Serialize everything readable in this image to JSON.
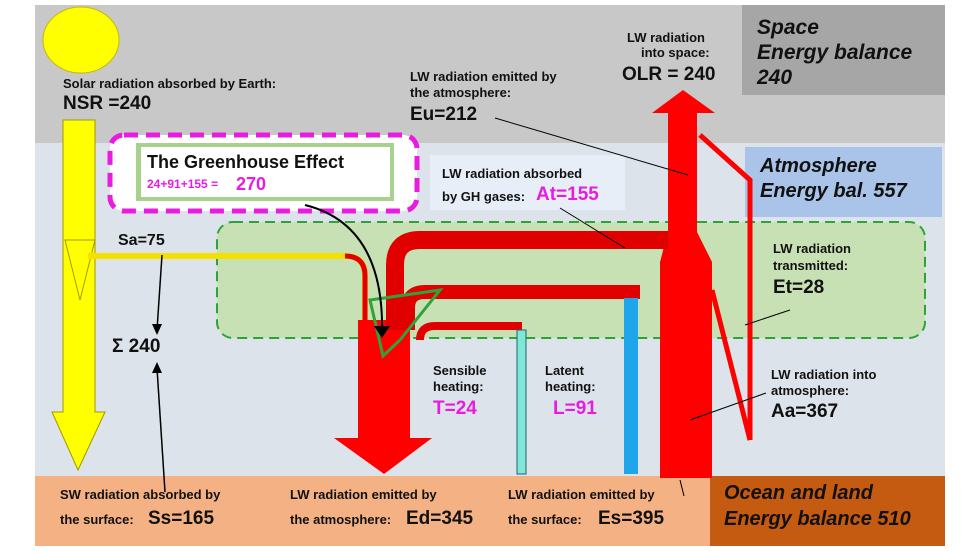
{
  "space": {
    "title_line1": "Space",
    "title_line2": "Energy balance",
    "value": "240"
  },
  "atmosphere": {
    "title_line1": "Atmosphere",
    "title_line2": "Energy bal. 557"
  },
  "surface": {
    "title_line1": "Ocean and land",
    "title_line2": "Energy balance 510"
  },
  "solar": {
    "label": "Solar radiation  absorbed by Earth:",
    "value": "NSR =240"
  },
  "sa": {
    "value": "Sa=75"
  },
  "sigma": {
    "value": "Σ 240"
  },
  "greenhouse": {
    "title": "The Greenhouse Effect",
    "sum_prefix": "24+91+155 = ",
    "sum_value": "270"
  },
  "eu": {
    "line1": "LW radiation emitted by",
    "line2": "the atmosphere:",
    "value": "Eu=212"
  },
  "olr": {
    "line1": "LW radiation",
    "line2": "into space:",
    "value": "OLR = 240"
  },
  "at": {
    "line1": "LW radiation absorbed",
    "line2_prefix": "by GH gases: ",
    "value": "At=155"
  },
  "et": {
    "line1": "LW radiation",
    "line2": "transmitted:",
    "value": "Et=28"
  },
  "sensible": {
    "line1": "Sensible",
    "line2": "heating:",
    "value": "T=24"
  },
  "latent": {
    "line1": "Latent",
    "line2": "heating:",
    "value": "L=91"
  },
  "aa": {
    "line1": "LW radiation into",
    "line2": "atmosphere:",
    "value": "Aa=367"
  },
  "ss": {
    "line1": "SW radiation absorbed by",
    "line2_prefix": "the surface: ",
    "value": "Ss=165"
  },
  "ed": {
    "line1": "LW radiation emitted by",
    "line2_prefix": "the atmosphere: ",
    "value": "Ed=345"
  },
  "es": {
    "line1": "LW radiation emitted by",
    "line2_prefix": "the surface: ",
    "value": "Es=395"
  },
  "colors": {
    "space_band": "#c8c8c8",
    "atmosphere_band": "#dde3ea",
    "surface_band": "#f4b183",
    "surface_title_box": "#c55a11",
    "atmos_title_box": "#a9c4e8",
    "solar": "#ffff00",
    "lw_red": "#ff0000",
    "greenhouse_zone": "#c7e1b4",
    "magenta": "#e81ce0"
  }
}
